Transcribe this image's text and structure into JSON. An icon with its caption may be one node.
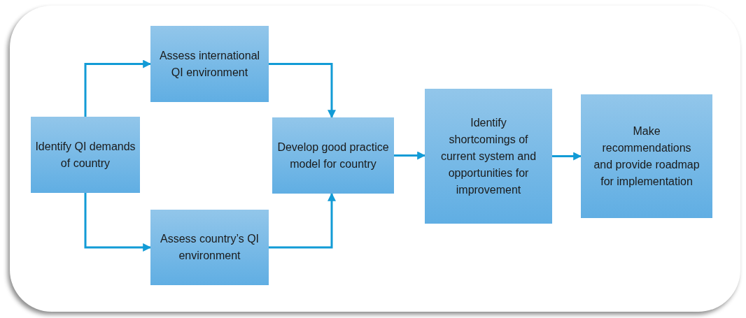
{
  "diagram": {
    "nodes": [
      {
        "text": [
          "Identify QI demands of country"
        ]
      },
      {
        "text": [
          "Assess international QI environment"
        ]
      },
      {
        "text": [
          "Assess country’s QI environment"
        ]
      },
      {
        "text": [
          "Develop good practice model for country"
        ]
      },
      {
        "text": [
          "Identify shortcomings of current system and opportunities for improvement"
        ]
      },
      {
        "text": [
          "Make recommendations and provide roadmap for implementation"
        ]
      }
    ],
    "edges": [
      {
        "from": 0,
        "to": 1,
        "arrow": "to"
      },
      {
        "from": 0,
        "to": 2,
        "arrow": "to"
      },
      {
        "from": 1,
        "to": 3,
        "arrow": "to"
      },
      {
        "from": 2,
        "to": 3,
        "arrow": "to"
      },
      {
        "from": 3,
        "to": 4,
        "arrow": "to"
      },
      {
        "from": 4,
        "to": 5,
        "arrow": "to"
      }
    ]
  }
}
